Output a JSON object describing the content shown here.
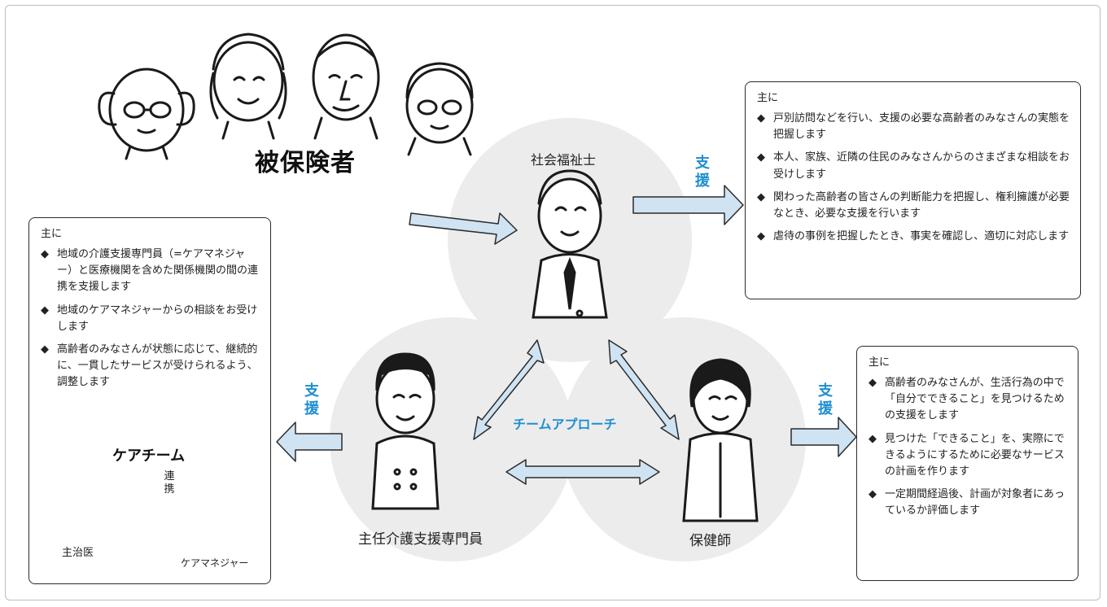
{
  "title": "被保険者",
  "center_label": "チームアプローチ",
  "roles": {
    "social_worker": "社会福祉士",
    "care_manager_chief": "主任介護支援専門員",
    "public_health_nurse": "保健師"
  },
  "arrow_label": "支援",
  "boxes": {
    "social_worker": {
      "lead": "主に",
      "items": [
        "戸別訪問などを行い、支援の必要な高齢者のみなさんの実態を把握します",
        "本人、家族、近隣の住民のみなさんからのさまざまな相談をお受けします",
        "関わった高齢者の皆さんの判断能力を把握し、権利擁護が必要なとき、必要な支援を行います",
        "虐待の事例を把握したとき、事実を確認し、適切に対応します"
      ]
    },
    "care_manager_chief": {
      "lead": "主に",
      "items": [
        "地域の介護支援専門員（=ケアマネジャー）と医療機関を含めた関係機関の間の連携を支援します",
        "地域のケアマネジャーからの相談をお受けします",
        "高齢者のみなさんが状態に応じて、継続的に、一貫したサービスが受けられるよう、調整します"
      ]
    },
    "public_health_nurse": {
      "lead": "主に",
      "items": [
        "高齢者のみなさんが、生活行為の中で「自分でできること」を見つけるための支援をします",
        "見つけた「できること」を、実際にできるようにするために必要なサービスの計画を作ります",
        "一定期間経過後、計画が対象者にあっているか評価します"
      ]
    }
  },
  "care_team": {
    "title": "ケアチーム",
    "link": "連携",
    "doctor": "主治医",
    "care_manager": "ケアマネジャー"
  },
  "colors": {
    "accent": "#1f8fd0",
    "circle": "#ececec",
    "arrow_fill": "#cfe3f3"
  }
}
